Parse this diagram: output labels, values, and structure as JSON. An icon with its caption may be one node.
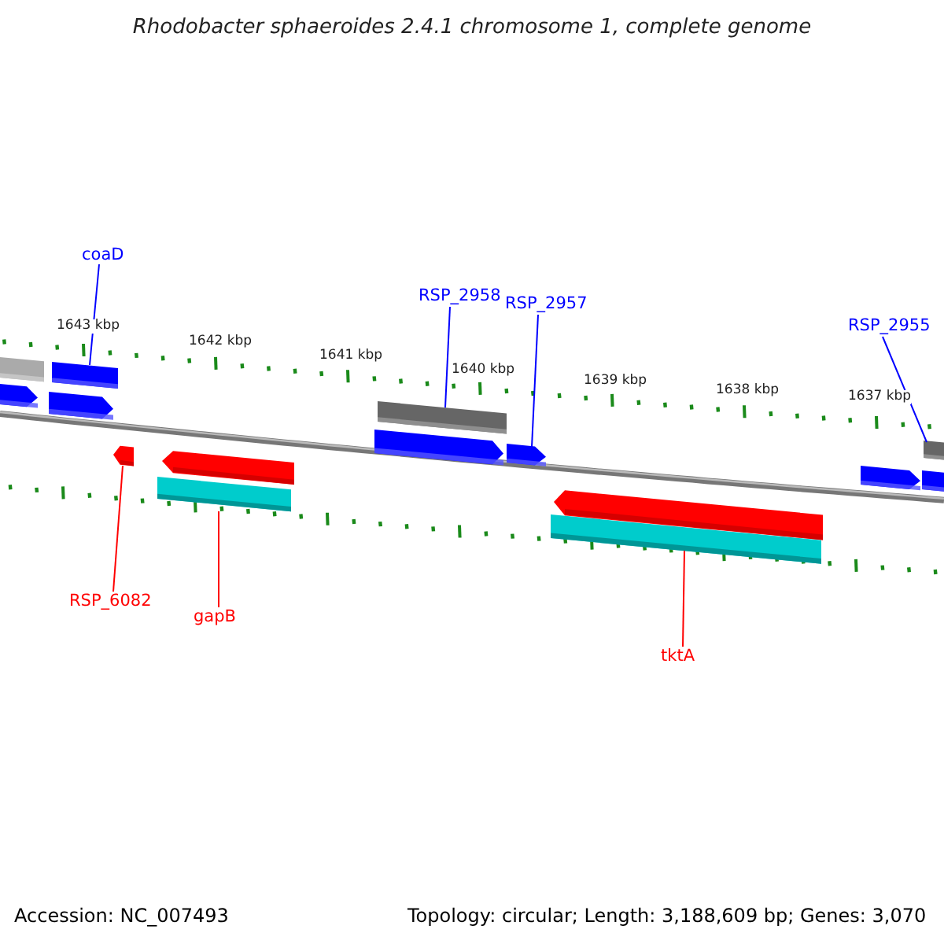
{
  "diagram": {
    "title": "Rhodobacter sphaeroides 2.4.1 chromosome 1, complete genome",
    "nodes": [
      {
        "text": [
          "coaD"
        ]
      },
      {
        "text": [
          "RSP_2958"
        ]
      },
      {
        "text": [
          "RSP_2957"
        ]
      },
      {
        "text": [
          "RSP_2955"
        ]
      },
      {
        "text": [
          "RSP_6082"
        ]
      },
      {
        "text": [
          "gapB"
        ]
      },
      {
        "text": [
          "tktA"
        ]
      },
      {
        "text": [],
        "shape": "bar"
      },
      {
        "text": [],
        "shape": "arrow"
      },
      {
        "text": [],
        "shape": "arrow"
      },
      {
        "text": [],
        "shape": "bar"
      },
      {
        "text": [],
        "shape": "arrow"
      },
      {
        "text": [],
        "shape": "bar"
      },
      {
        "text": [],
        "shape": "arrow"
      },
      {
        "text": [],
        "shape": "arrow"
      },
      {
        "text": [],
        "shape": "bar"
      },
      {
        "text": [],
        "shape": "arrow"
      },
      {
        "text": [],
        "shape": "bar"
      },
      {
        "text": [],
        "shape": "arrow"
      },
      {
        "text": [],
        "shape": "arrow"
      },
      {
        "text": [],
        "shape": "bar"
      },
      {
        "text": [],
        "shape": "bar"
      }
    ],
    "edges": [
      {
        "from": 0,
        "to": 10,
        "arrow": "none"
      },
      {
        "from": 1,
        "to": 15,
        "arrow": "none"
      },
      {
        "from": 2,
        "to": 16,
        "arrow": "none"
      },
      {
        "from": 3,
        "to": 21,
        "arrow": "none"
      },
      {
        "from": 4,
        "to": 11,
        "arrow": "none",
        "color": "#ff0000"
      },
      {
        "from": 5,
        "to": 12,
        "arrow": "none",
        "color": "#ff0000"
      },
      {
        "from": 6,
        "to": 17,
        "arrow": "none",
        "color": "#ff0000"
      }
    ],
    "labels": [
      "1643 kbp",
      "1642 kbp",
      "1641 kbp",
      "1640 kbp",
      "1639 kbp",
      "1638 kbp",
      "1637 kbp",
      "Accession: NC_007493",
      "Topology: circular; Length: 3,188,609 bp; Genes: 3,070"
    ]
  }
}
